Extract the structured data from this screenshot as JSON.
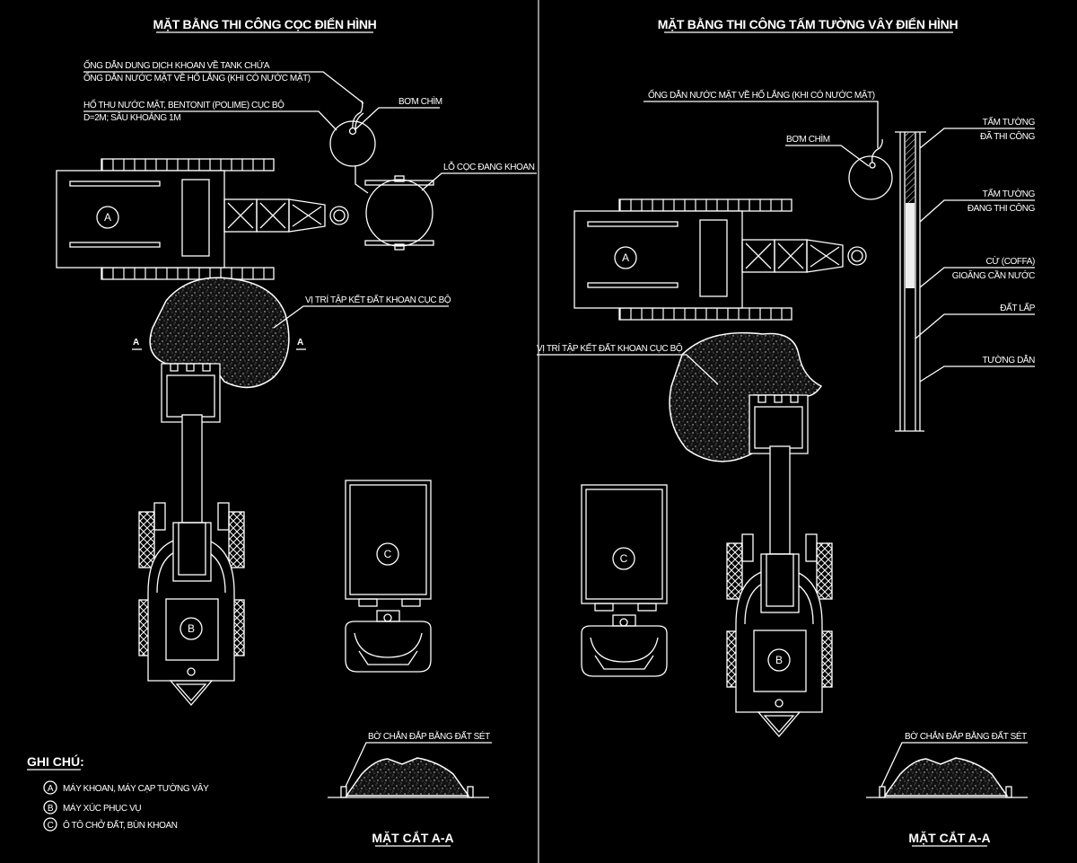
{
  "left_panel": {
    "title": "MẶT BẰNG THI CÔNG CỌC ĐIỂN HÌNH",
    "pipe_label_1": "ỐNG DẪN DUNG DỊCH KHOAN VỀ TANK CHỨA",
    "pipe_label_2": "ỐNG DẪN NƯỚC MẶT VỀ HỐ LẮNG (KHI CÓ NƯỚC MẶT)",
    "pit_label_1": "HỐ THU NƯỚC MẶT, BENTONIT (POLIME) CỤC BỘ",
    "pit_label_2": "D=2M; SÂU KHOẢNG 1M",
    "pump_label": "BƠM CHÌM",
    "pile_hole_label": "LỖ CỌC ĐANG KHOAN",
    "soil_label": "VỊ TRÍ TẬP KẾT ĐẤT KHOAN CỤC BỘ",
    "section_mark_left": "A",
    "section_mark_right": "A",
    "rig_marker": "A",
    "excavator_marker": "B",
    "truck_marker": "C",
    "section_label": "BỜ CHẮN ĐẮP BẰNG ĐẤT SÉT",
    "section_title": "MẶT CẮT A-A"
  },
  "legend": {
    "title": "GHI CHÚ:",
    "items": [
      {
        "marker": "A",
        "label": "MÁY KHOAN, MÁY CẠP TƯỜNG VÂY"
      },
      {
        "marker": "B",
        "label": "MÁY XÚC PHỤC VỤ"
      },
      {
        "marker": "C",
        "label": "Ô TÔ CHỞ ĐẤT, BÙN KHOAN"
      }
    ]
  },
  "right_panel": {
    "title": "MẶT BẰNG THI CÔNG TẤM TƯỜNG VÂY ĐIỂN HÌNH",
    "pipe_label": "ỐNG DẪN NƯỚC MẶT VỀ HỐ LẮNG (KHI CÓ NƯỚC MẶT)",
    "pump_label": "BƠM CHÌM",
    "wall_labels": [
      {
        "line1": "TẤM TƯỜNG",
        "line2": "ĐÃ THI CÔNG"
      },
      {
        "line1": "TẤM TƯỜNG",
        "line2": "ĐANG THI CÔNG"
      },
      {
        "line1": "CỪ (COFFA)",
        "line2": "GIOĂNG CẦN NƯỚC"
      },
      {
        "line1": "ĐẤT LẤP"
      },
      {
        "line1": "TƯỜNG DẪN"
      }
    ],
    "soil_label": "VỊ TRÍ TẬP KẾT ĐẤT KHOAN CỤC BỘ",
    "rig_marker": "A",
    "excavator_marker": "B",
    "truck_marker": "C",
    "section_label": "BỜ CHẮN ĐẮP BẰNG ĐẤT SÉT",
    "section_title": "MẶT CẮT A-A"
  }
}
